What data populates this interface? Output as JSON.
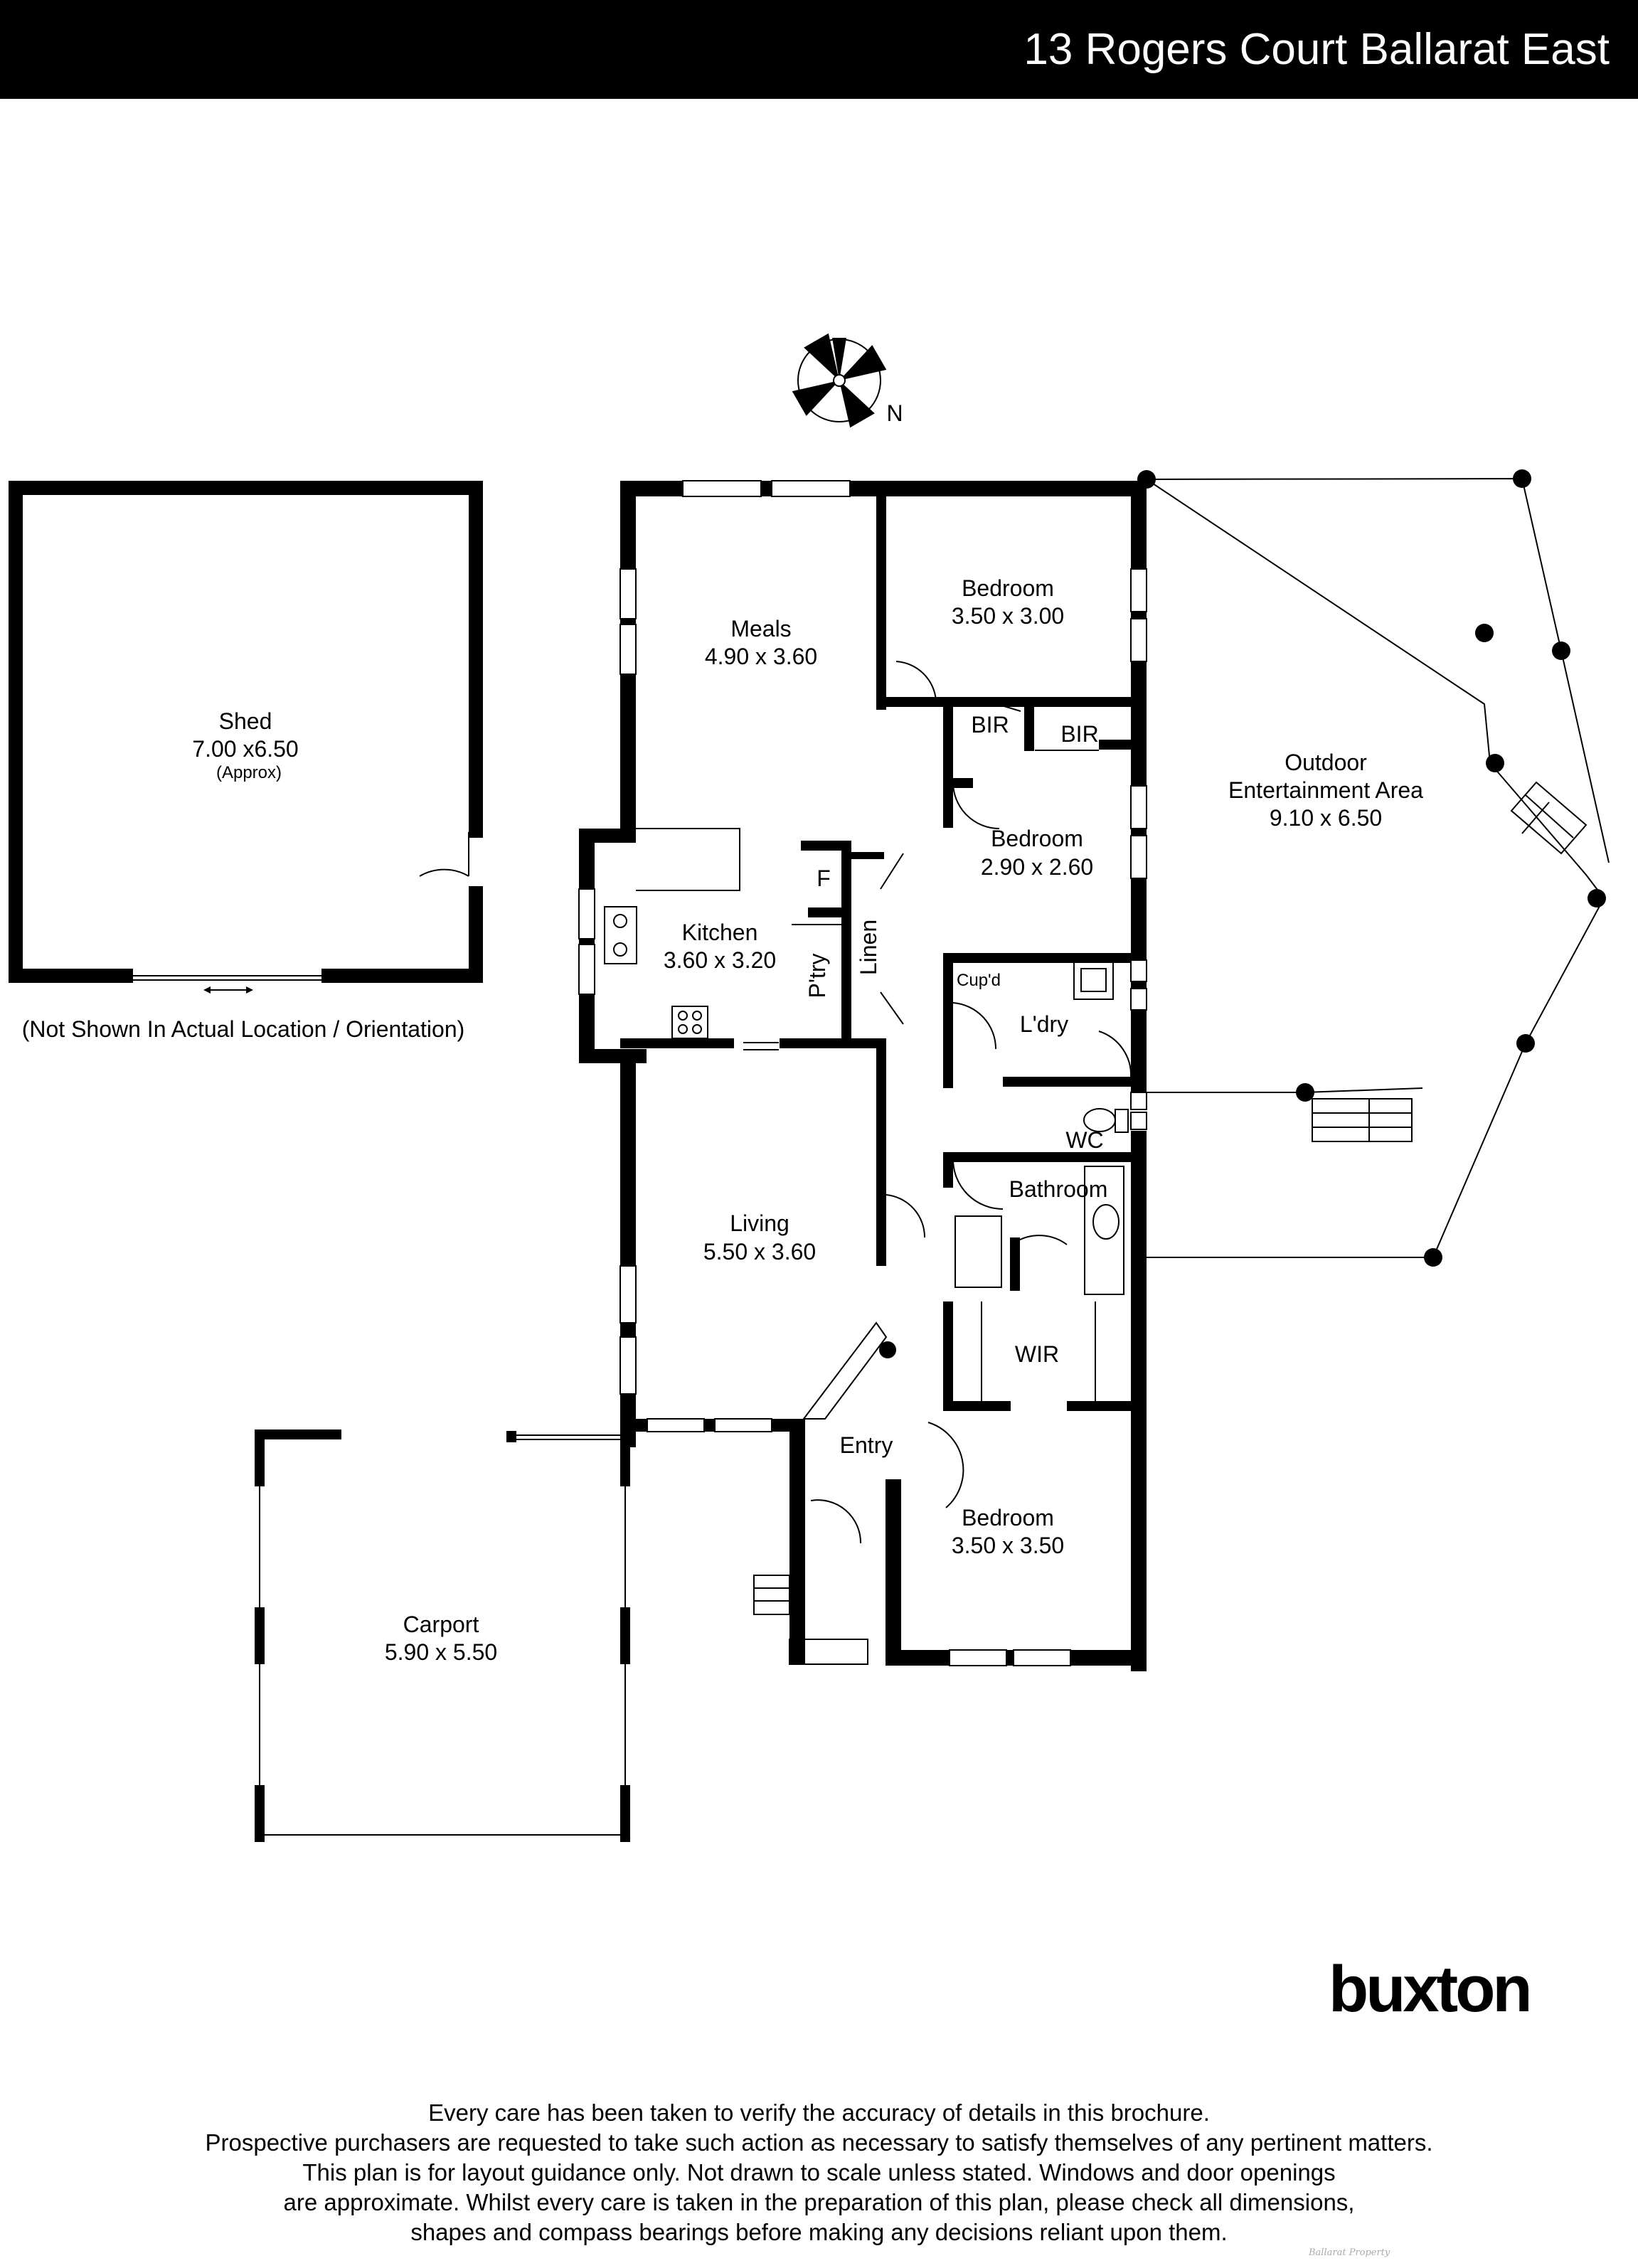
{
  "header": {
    "title": "13 Rogers Court Ballarat East"
  },
  "compass": {
    "label": "N"
  },
  "rooms": {
    "shed": {
      "name": "Shed",
      "size": "7.00 x6.50",
      "note": "(Approx)"
    },
    "shed_note": "(Not Shown In Actual Location / Orientation)",
    "meals": {
      "name": "Meals",
      "size": "4.90 x 3.60"
    },
    "bedroom1": {
      "name": "Bedroom",
      "size": "3.50 x 3.00"
    },
    "bir1": "BIR",
    "bir2": "BIR",
    "bedroom2": {
      "name": "Bedroom",
      "size": "2.90 x 2.60"
    },
    "outdoor": {
      "name1": "Outdoor",
      "name2": "Entertainment Area",
      "size": "9.10 x 6.50"
    },
    "fridge": "F",
    "kitchen": {
      "name": "Kitchen",
      "size": "3.60 x 3.20"
    },
    "pantry": "P'try",
    "linen": "Linen",
    "cupboard": "Cup'd",
    "laundry": "L'dry",
    "wc": "WC",
    "bathroom": "Bathroom",
    "living": {
      "name": "Living",
      "size": "5.50 x 3.60"
    },
    "wir": "WIR",
    "entry": "Entry",
    "bedroom3": {
      "name": "Bedroom",
      "size": "3.50 x 3.50"
    },
    "carport": {
      "name": "Carport",
      "size": "5.90 x 5.50"
    }
  },
  "brand": {
    "logo": "buxton"
  },
  "disclaimer": [
    "Every care has been taken to verify the accuracy of details in this brochure.",
    "Prospective purchasers are requested to take such action as necessary to satisfy themselves of any pertinent matters.",
    "This plan is for layout guidance only. Not drawn to scale unless stated. Windows and door openings",
    "are approximate. Whilst every care is taken in the preparation of this plan, please check all dimensions,",
    "shapes and compass bearings before making any decisions reliant upon them."
  ],
  "watermark": "Ballarat Property"
}
